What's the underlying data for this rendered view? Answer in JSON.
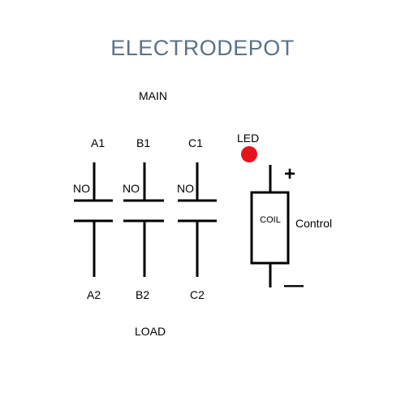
{
  "brand": {
    "text": "ELECTRODEPOT",
    "color": "#5b7288"
  },
  "labels": {
    "main": "MAIN",
    "load": "LOAD",
    "led": "LED",
    "coil": "COIL",
    "control": "Control",
    "plus": "+",
    "minus": "—"
  },
  "contacts": [
    {
      "top": "A1",
      "bottom": "A2",
      "state": "NO"
    },
    {
      "top": "B1",
      "bottom": "B2",
      "state": "NO"
    },
    {
      "top": "C1",
      "bottom": "C2",
      "state": "NO"
    }
  ],
  "colors": {
    "line": "#000000",
    "led": "#e8141d",
    "background": "#ffffff"
  }
}
